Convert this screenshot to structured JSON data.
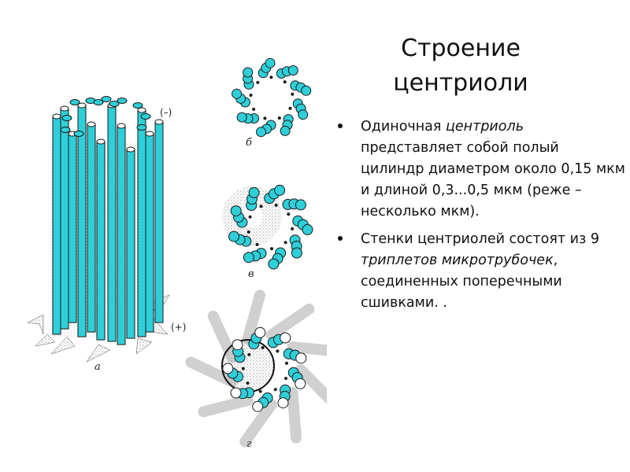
{
  "slide": {
    "title_line1": "Строение",
    "title_line2": "центриоли",
    "bullets": [
      {
        "p1": "Одиночная ",
        "p2": "центриоль",
        "p3": " представляет собой полый цилиндр диаметром около 0,15 мкм и длиной 0,3...0,5 мкм (реже – несколько мкм)."
      },
      {
        "p1": "Стенки центриолей состоят из 9 ",
        "p2": "триплетов микротрубочек",
        "p3": ", соединенных поперечными сшивками. ."
      }
    ]
  },
  "figure": {
    "labels": {
      "a": "а",
      "b": "б",
      "v": "в",
      "g": "г"
    },
    "minus_end": "(–)",
    "plus_end": "(+)",
    "colors": {
      "microtubule": "#2ecfd9",
      "outline": "#1a1a1a",
      "matrix": "#9a9a9a"
    }
  }
}
